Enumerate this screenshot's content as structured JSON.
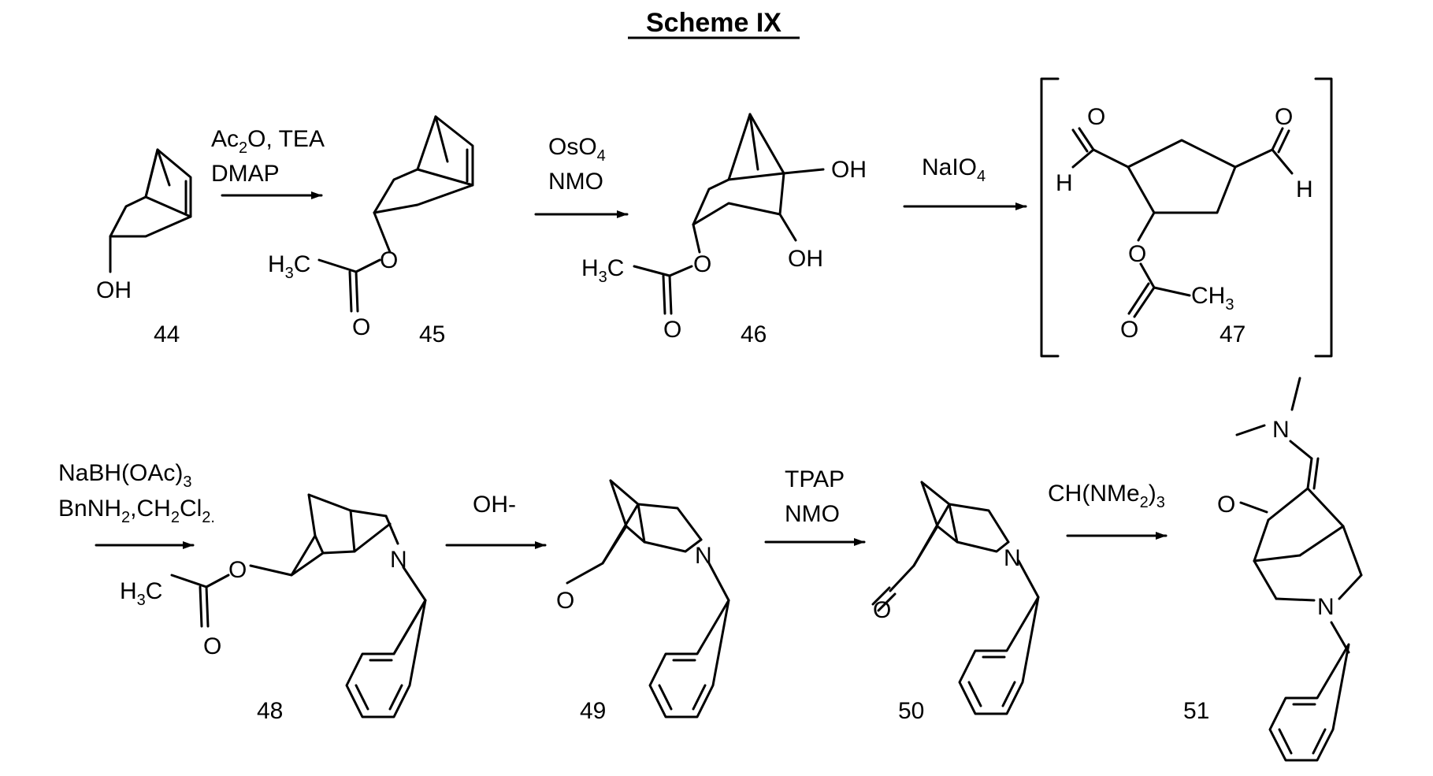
{
  "title": "Scheme IX",
  "ink_color": "#000000",
  "background_color": "#ffffff",
  "reagents": {
    "r1_line1_main": "Ac",
    "r1_line1_sub": "2",
    "r1_line1_tail": "O, TEA",
    "r1_line2": "DMAP",
    "r2_line1_main": "OsO",
    "r2_line1_sub": "4",
    "r2_line2": "NMO",
    "r3_main": "NaIO",
    "r3_sub": "4",
    "r4_line1_main": "NaBH(OAc)",
    "r4_line1_sub": "3",
    "r4_line2_a": "BnNH",
    "r4_line2_a_sub": "2",
    "r4_line2_b": ",CH",
    "r4_line2_b_sub": "2",
    "r4_line2_c": "Cl",
    "r4_line2_c_sub": "2.",
    "r5": "OH-",
    "r6_line1": "TPAP",
    "r6_line2": "NMO",
    "r7_main": "CH(NMe",
    "r7_sub": "2",
    "r7_tail": ")",
    "r7_sub2": "3"
  },
  "compounds": {
    "c44": "44",
    "c45": "45",
    "c46": "46",
    "c47": "47",
    "c48": "48",
    "c49": "49",
    "c50": "50",
    "c51": "51"
  },
  "atoms": {
    "oh": "OH",
    "o": "O",
    "h": "H",
    "n": "N",
    "h3c_main": "H",
    "h3c_sub": "3",
    "h3c_tail": "C",
    "ch3_main": "CH",
    "ch3_sub": "3"
  }
}
